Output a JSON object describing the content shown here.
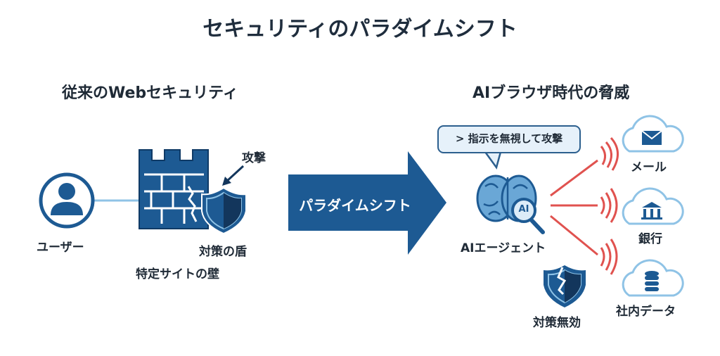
{
  "title": "セキュリティのパラダイムシフト",
  "left": {
    "heading": "従来のWebセキュリティ",
    "user_label": "ユーザー",
    "attack_label": "攻撃",
    "shield_label": "対策の盾",
    "wall_label": "特定サイトの壁"
  },
  "center": {
    "arrow_label": "パラダイムシフト"
  },
  "right": {
    "heading": "AIブラウザ時代の脅威",
    "prompt_bubble": "> 指示を無視して攻撃",
    "agent_label": "AIエージェント",
    "agent_badge": "AI",
    "broken_shield_label": "対策無効",
    "targets": [
      {
        "label": "メール",
        "icon": "mail-icon"
      },
      {
        "label": "銀行",
        "icon": "bank-icon"
      },
      {
        "label": "社内データ",
        "icon": "database-icon"
      }
    ]
  },
  "colors": {
    "primary": "#1d5a93",
    "light": "#8fc3e6",
    "danger": "#e0524f",
    "text": "#1f2a36"
  }
}
